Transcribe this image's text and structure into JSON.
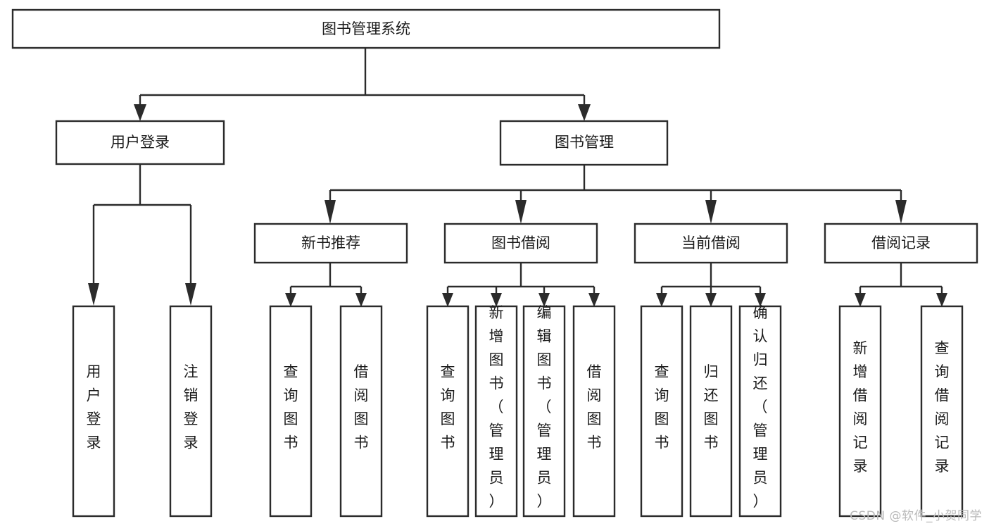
{
  "diagram": {
    "type": "tree-hierarchy",
    "title": "图书管理系统",
    "watermark": "CSDN @软件_小贺同学",
    "colors": {
      "stroke": "#2b2b2b",
      "fill": "#ffffff",
      "text": "#1b1b1b",
      "watermark": "#b9b9b9",
      "background": "#ffffff"
    },
    "levels": {
      "root": {
        "label": "图书管理系统"
      },
      "level2": [
        {
          "id": "user-login",
          "label": "用户登录"
        },
        {
          "id": "book-manage",
          "label": "图书管理"
        }
      ],
      "level3": [
        {
          "id": "new-book-recommend",
          "label": "新书推荐",
          "parent": "book-manage"
        },
        {
          "id": "book-borrow",
          "label": "图书借阅",
          "parent": "book-manage"
        },
        {
          "id": "current-borrow",
          "label": "当前借阅",
          "parent": "book-manage"
        },
        {
          "id": "borrow-record",
          "label": "借阅记录",
          "parent": "book-manage"
        }
      ],
      "leaves": [
        {
          "id": "leaf-user-login",
          "label": "用户登录",
          "parent": "user-login"
        },
        {
          "id": "leaf-logout-login",
          "label": "注销登录",
          "parent": "user-login"
        },
        {
          "id": "leaf-query-book-1",
          "label": "查询图书",
          "parent": "new-book-recommend"
        },
        {
          "id": "leaf-borrow-book-1",
          "label": "借阅图书",
          "parent": "new-book-recommend"
        },
        {
          "id": "leaf-query-book-2",
          "label": "查询图书",
          "parent": "book-borrow"
        },
        {
          "id": "leaf-add-book",
          "label": "新增图书（管理员）",
          "parent": "book-borrow"
        },
        {
          "id": "leaf-edit-book",
          "label": "编辑图书（管理员）",
          "parent": "book-borrow"
        },
        {
          "id": "leaf-borrow-book-2",
          "label": "借阅图书",
          "parent": "book-borrow"
        },
        {
          "id": "leaf-query-book-3",
          "label": "查询图书",
          "parent": "current-borrow"
        },
        {
          "id": "leaf-return-book",
          "label": "归还图书",
          "parent": "current-borrow"
        },
        {
          "id": "leaf-confirm-return",
          "label": "确认归还（管理员）",
          "parent": "current-borrow"
        },
        {
          "id": "leaf-add-record",
          "label": "新增借阅记录",
          "parent": "borrow-record"
        },
        {
          "id": "leaf-query-record",
          "label": "查询借阅记录",
          "parent": "borrow-record"
        }
      ]
    }
  }
}
